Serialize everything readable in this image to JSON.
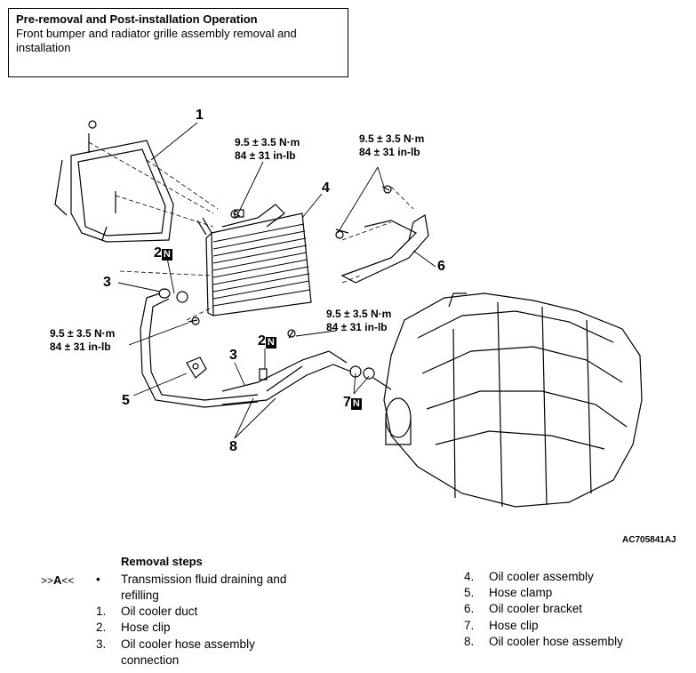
{
  "header": {
    "title": "Pre-removal and Post-installation Operation",
    "subtitle_line1": "Front bumper and radiator grille assembly removal and",
    "subtitle_line2": "installation"
  },
  "diagram": {
    "callouts": {
      "c1": "1",
      "c2a": "2",
      "c2b": "2",
      "c3a": "3",
      "c3b": "3",
      "c4": "4",
      "c5": "5",
      "c6": "6",
      "c7": "7",
      "c8": "8",
      "badge": "N"
    },
    "torque_nm": "9.5 ± 3.5 N·m",
    "torque_inlb": "84 ± 31 in-lb",
    "figure_id": "AC705841AJ"
  },
  "removal": {
    "title": "Removal steps",
    "ref_mark_prefix": ">>",
    "ref_mark_letter": "A",
    "ref_mark_suffix": "<<",
    "bullet": "•",
    "pre_step_line1": "Transmission fluid draining and",
    "pre_step_line2": "refilling",
    "steps": [
      {
        "num": "1.",
        "label": "Oil cooler duct"
      },
      {
        "num": "2.",
        "label": "Hose clip"
      },
      {
        "num": "3.",
        "label": "Oil cooler hose assembly"
      },
      {
        "num": "4.",
        "label": "Oil cooler assembly"
      },
      {
        "num": "5.",
        "label": "Hose clamp"
      },
      {
        "num": "6.",
        "label": "Oil cooler bracket"
      },
      {
        "num": "7.",
        "label": "Hose clip"
      },
      {
        "num": "8.",
        "label": "Oil cooler hose assembly"
      }
    ],
    "step3_line2": "connection"
  }
}
